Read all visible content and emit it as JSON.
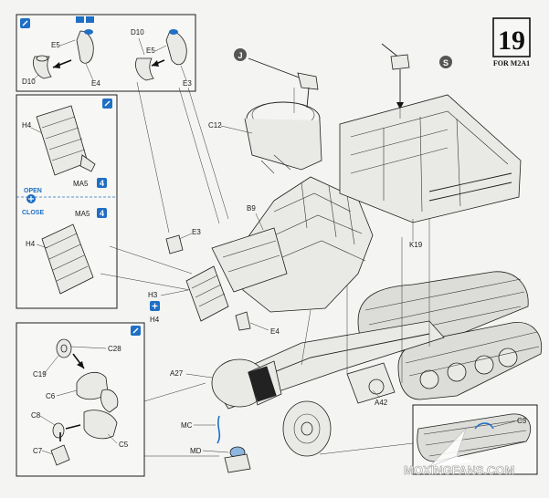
{
  "step": {
    "number": "19",
    "subtitle": "FOR M2A1"
  },
  "callouts": {
    "j": "J",
    "s": "S"
  },
  "inset_top_left": {
    "labels": {
      "e5_a": "E5",
      "d10_a": "D10",
      "e4": "E4",
      "d10_b": "D10",
      "e5_b": "E5",
      "e3": "E3"
    }
  },
  "inset_hatch": {
    "labels": {
      "h4_a": "H4",
      "ma5_a": "MA5",
      "qty_a": "4",
      "open": "OPEN",
      "close": "CLOSE",
      "ma5_b": "MA5",
      "qty_b": "4",
      "h4_b": "H4"
    }
  },
  "inset_wheel": {
    "labels": {
      "c28": "C28",
      "c19": "C19",
      "c6_a": "C6",
      "c8": "C8",
      "c5": "C5",
      "c7": "C7"
    }
  },
  "inset_track_end": {
    "labels": {
      "c3": "C3"
    }
  },
  "main_labels": {
    "c12": "C12",
    "b9": "B9",
    "e3": "E3",
    "h3": "H3",
    "h4": "H4",
    "e4": "E4",
    "k19": "K19",
    "a27": "A27",
    "mc": "MC",
    "md": "MD",
    "a42": "A42"
  },
  "watermark": "MOXINGFANS.COM",
  "colors": {
    "ink": "#1e1e1e",
    "paper": "#f4f4f2",
    "accent_blue": "#1f6fc4",
    "watermark": "#ffffff"
  },
  "icons": [
    "cement-glue-icon",
    "pair-indicator-icon",
    "open-close-icon",
    "quantity-4-icon"
  ]
}
